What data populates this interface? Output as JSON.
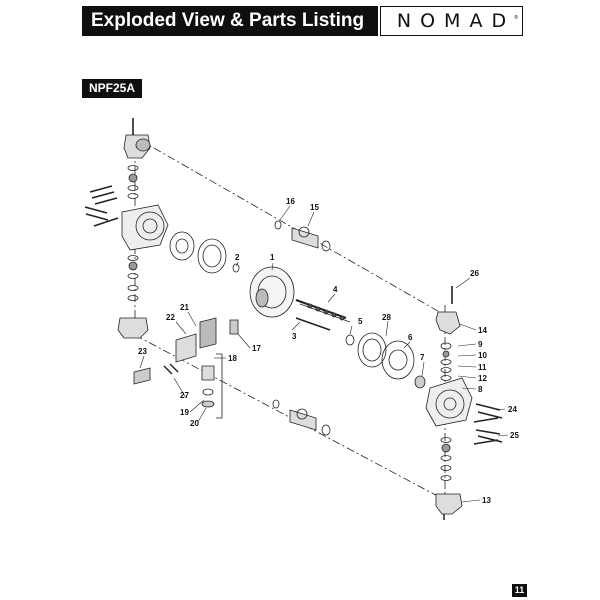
{
  "header": {
    "title": "Exploded View & Parts Listing"
  },
  "brand": {
    "name": "NOMAD",
    "tm": "®"
  },
  "model": "NPF25A",
  "callouts": {
    "c1": "1",
    "c2": "2",
    "c3": "3",
    "c4": "4",
    "c5": "5",
    "c6": "6",
    "c7": "7",
    "c8": "8",
    "c9": "9",
    "c10": "10",
    "c11": "11",
    "c12": "12",
    "c13": "13",
    "c14": "14",
    "c15": "15",
    "c16": "16",
    "c17": "17",
    "c18": "18",
    "c19": "19",
    "c20": "20",
    "c21": "21",
    "c22": "22",
    "c23": "23",
    "c24": "24",
    "c25": "25",
    "c26": "26",
    "c27": "27",
    "c28": "28"
  },
  "page_number": "11"
}
